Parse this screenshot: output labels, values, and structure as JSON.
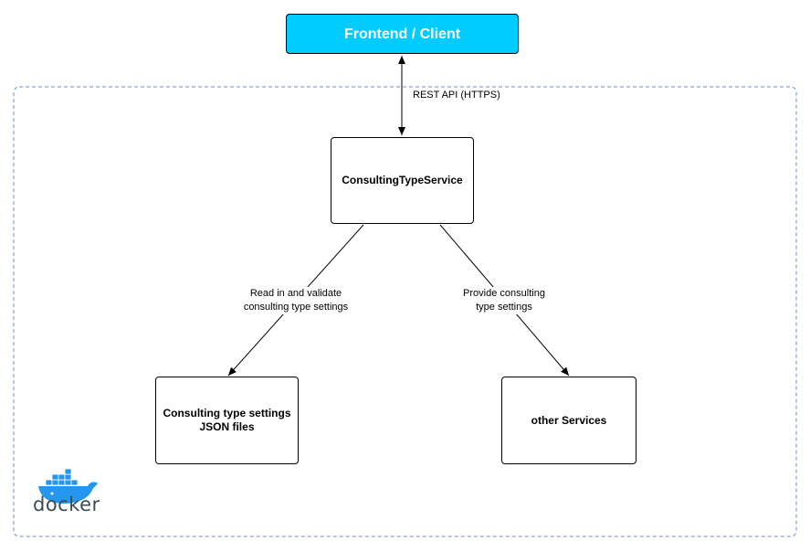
{
  "nodes": {
    "frontend": "Frontend / Client",
    "consulting_type_service": "ConsultingTypeService",
    "settings_files": "Consulting type settings\nJSON files",
    "other_services": "other Services"
  },
  "edges": {
    "rest_api": "REST API (HTTPS)",
    "read_validate": "Read in and validate\nconsulting type settings",
    "provide": "Provide consulting\ntype settings"
  },
  "logo": {
    "text": "docker",
    "icon": "docker-whale-icon"
  },
  "colors": {
    "frontend_fill": "#00ccff",
    "container_border": "#6c8ebf",
    "docker_blue": "#2496ed",
    "docker_text": "#394d54"
  }
}
